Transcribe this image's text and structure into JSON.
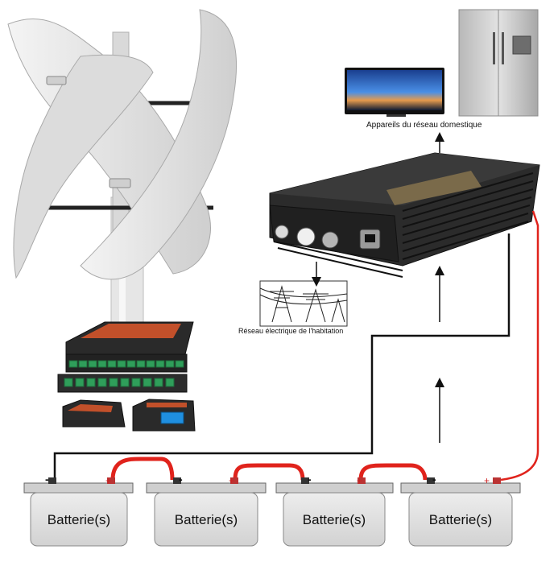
{
  "labels": {
    "appliances": "Appareils du réseau domestique",
    "grid": "Réseau électrique de l'habitation"
  },
  "batteries": [
    {
      "label": "Batterie(s)",
      "plus": "+",
      "minus": "-"
    },
    {
      "label": "Batterie(s)",
      "plus": "+",
      "minus": "-"
    },
    {
      "label": "Batterie(s)",
      "plus": "+",
      "minus": "-"
    },
    {
      "label": "Batterie(s)",
      "plus": "+",
      "minus": "-"
    }
  ],
  "colors": {
    "dc_positive_wire": "#e0231c",
    "dc_negative_wire": "#111111",
    "turbine_blade": "#e8e8e8",
    "inverter_body": "#2b2b2b",
    "controller_stripe": "#c2502a",
    "terminal_green": "#2f9e5a",
    "tv_screen": "#2a6fd6"
  },
  "icons": {
    "turbine": "vertical-axis-wind-turbine-icon",
    "tv": "television-icon",
    "fridge": "refrigerator-icon",
    "inverter": "grid-tie-inverter-icon",
    "controller": "charge-controller-icon",
    "pylons": "power-pylons-icon"
  }
}
